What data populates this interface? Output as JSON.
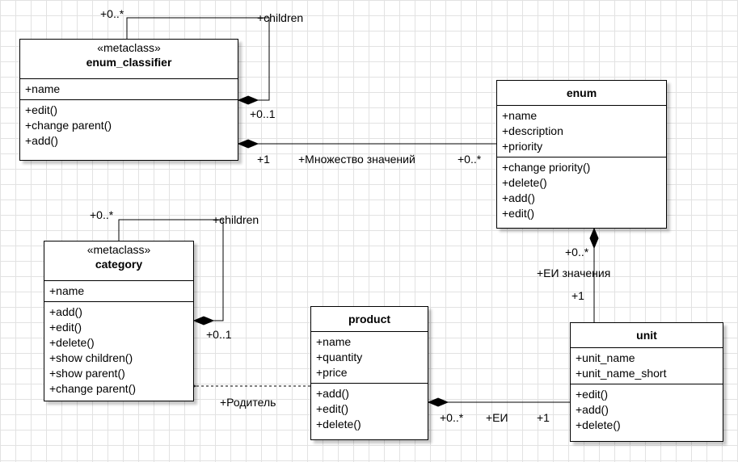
{
  "classes": {
    "enum_classifier": {
      "stereotype": "«metaclass»",
      "name": "enum_classifier",
      "attributes": [
        "+name"
      ],
      "operations": [
        "+edit()",
        "+change parent()",
        "+add()"
      ]
    },
    "enum": {
      "name": "enum",
      "attributes": [
        "+name",
        "+description",
        "+priority"
      ],
      "operations": [
        "+change priority()",
        "+delete()",
        "+add()",
        "+edit()"
      ]
    },
    "category": {
      "stereotype": "«metaclass»",
      "name": "category",
      "attributes": [
        "+name"
      ],
      "operations": [
        "+add()",
        "+edit()",
        "+delete()",
        "+show children()",
        "+show parent()",
        "+change parent()"
      ]
    },
    "product": {
      "name": "product",
      "attributes": [
        "+name",
        "+quantity",
        "+price"
      ],
      "operations": [
        "+add()",
        "+edit()",
        "+delete()"
      ]
    },
    "unit": {
      "name": "unit",
      "attributes": [
        "+unit_name",
        "+unit_name_short"
      ],
      "operations": [
        "+edit()",
        "+add()",
        "+delete()"
      ]
    }
  },
  "relations": {
    "ec_self": {
      "top_mult": "+0..*",
      "role": "+children",
      "bottom_mult": "+0..1"
    },
    "ec_enum": {
      "left_mult": "+1",
      "role": "+Множество значений",
      "right_mult": "+0..*"
    },
    "cat_self": {
      "top_mult": "+0..*",
      "role": "+children",
      "bottom_mult": "+0..1"
    },
    "enum_unit": {
      "top_mult": "+0..*",
      "role": "+ЕИ значения",
      "bottom_mult": "+1"
    },
    "product_category": {
      "role": "+Родитель"
    },
    "product_unit": {
      "left_mult": "+0..*",
      "role": "+ЕИ",
      "right_mult": "+1"
    }
  }
}
